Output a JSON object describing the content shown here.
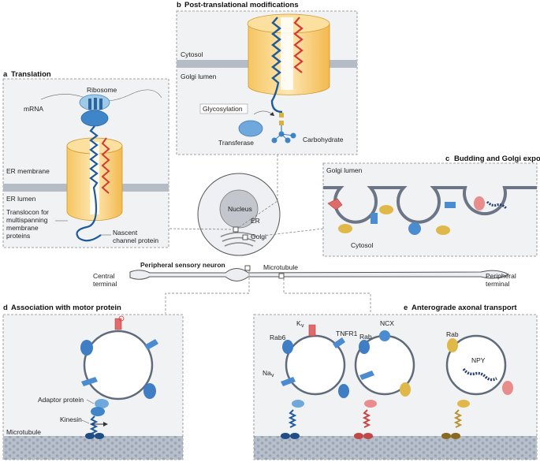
{
  "panels": {
    "a": {
      "letter": "a",
      "title": "Translation"
    },
    "b": {
      "letter": "b",
      "title": "Post-translational modifications"
    },
    "c": {
      "letter": "c",
      "title": "Budding and Golgi export"
    },
    "d": {
      "letter": "d",
      "title": "Association with motor protein"
    },
    "e": {
      "letter": "e",
      "title": "Anterograde axonal transport"
    }
  },
  "labels": {
    "ribosome": "Ribosome",
    "mrna": "mRNA",
    "er_membrane": "ER membrane",
    "er_lumen": "ER lumen",
    "translocon_1": "Translocon for",
    "translocon_2": "multispanning",
    "translocon_3": "membrane",
    "translocon_4": "proteins",
    "nascent_1": "Nascent",
    "nascent_2": "channel protein",
    "cytosol": "Cytosol",
    "golgi_lumen": "Golgi lumen",
    "glycosylation": "Glycosylation",
    "transferase": "Transferase",
    "carbohydrate": "Carbohydrate",
    "c_golgi_lumen": "Golgi lumen",
    "c_cytosol": "Cytosol",
    "nucleus": "Nucleus",
    "er": "ER",
    "golgi": "Golgi",
    "neuron": "Peripheral sensory neuron",
    "microtubule_axon": "Microtubule",
    "central_1": "Central",
    "central_2": "terminal",
    "peripheral_1": "Peripheral",
    "peripheral_2": "terminal",
    "adaptor": "Adaptor protein",
    "kinesin": "Kinesin",
    "d_microtubule": "Microtubule",
    "rab6": "Rab6",
    "kv": "K",
    "kv_sub": "v",
    "tnfr1": "TNFR1",
    "nav": "Na",
    "nav_sub": "v",
    "rab": "Rab",
    "ncx": "NCX",
    "rab_2": "Rab",
    "npy": "NPY"
  }
}
